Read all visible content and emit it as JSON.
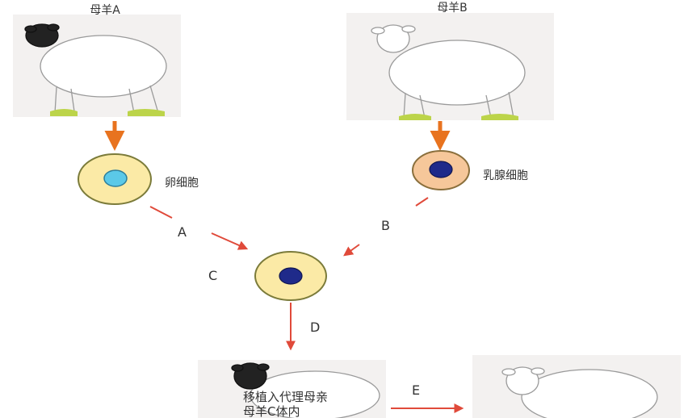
{
  "sheep_a": {
    "label": "母羊A"
  },
  "sheep_b": {
    "label": "母羊B"
  },
  "egg_cell": {
    "label": "卵细胞"
  },
  "mammary_cell": {
    "label": "乳腺细胞"
  },
  "steps": {
    "a": "A",
    "b": "B",
    "c": "C",
    "d": "D",
    "e": "E"
  },
  "surrogate": {
    "line1": "移植入代理母亲",
    "line2": "母羊C体内"
  },
  "colors": {
    "orange_arrow": "#e8731f",
    "red_arrow": "#e04a3a",
    "cell_yellow": "#fbeaa6",
    "egg_nucleus": "#5bc9e8",
    "mammary_cell_fill": "#f6c79a",
    "nucleus_dark": "#1f2a8a",
    "panel_bg": "#f3f1f0"
  }
}
